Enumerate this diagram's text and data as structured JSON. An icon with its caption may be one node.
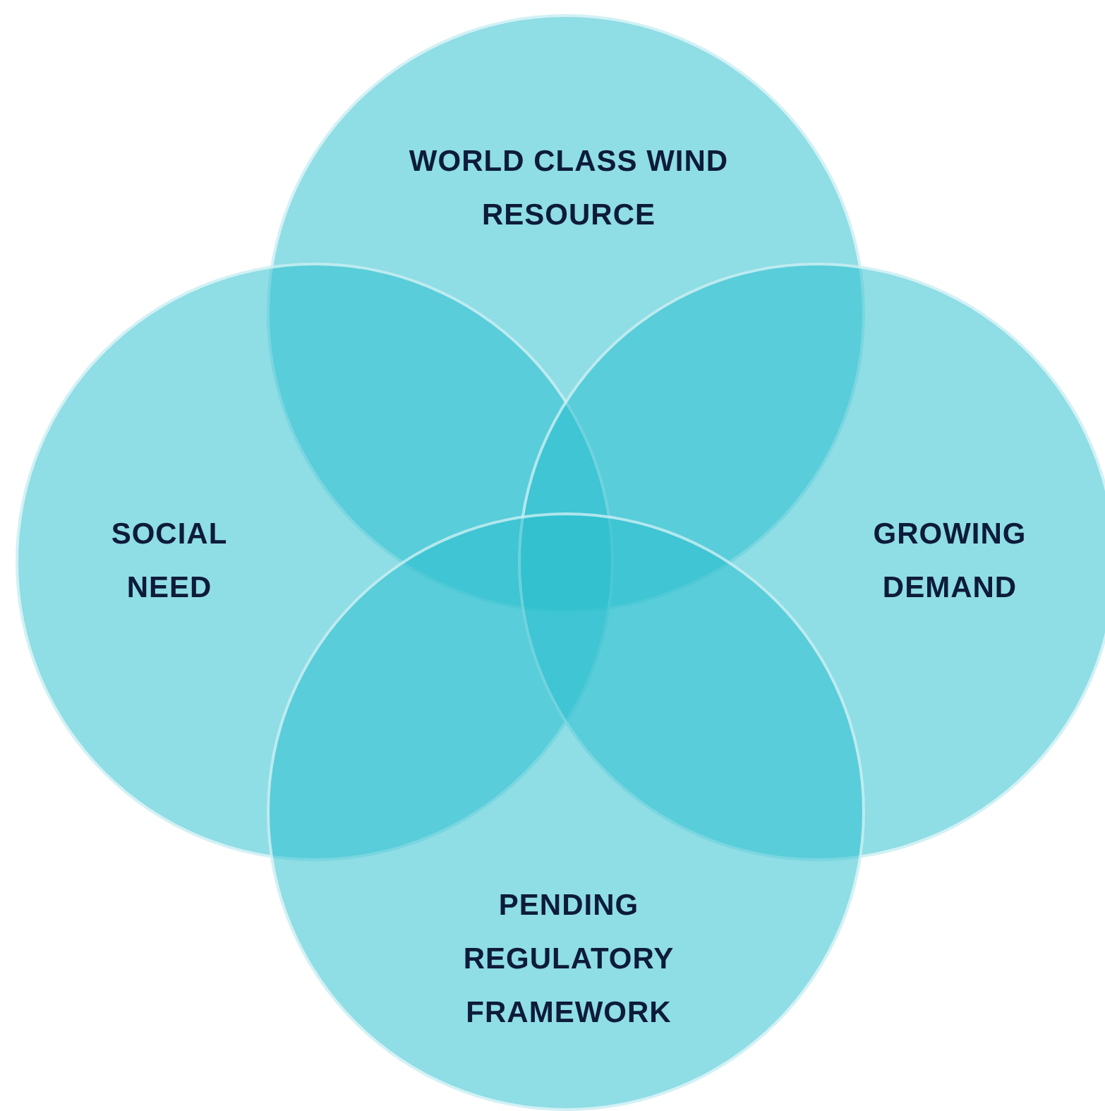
{
  "diagram": {
    "nodes": [
      {
        "text": [
          "WORLD CLASS WIND RESOURCE"
        ]
      },
      {
        "text": [
          "SOCIAL NEED"
        ]
      },
      {
        "text": [
          "GROWING DEMAND"
        ]
      },
      {
        "text": [
          "PENDING REGULATORY FRAMEWORK"
        ]
      }
    ]
  }
}
